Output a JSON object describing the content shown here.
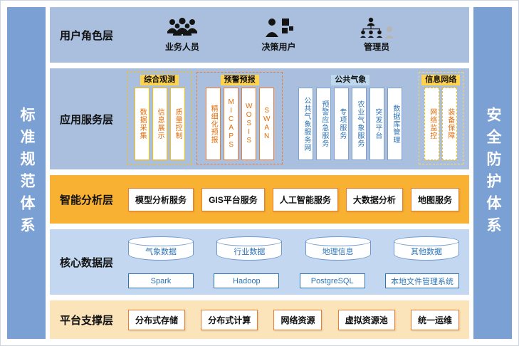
{
  "frame": {
    "left_sidebar": "标准规范体系",
    "right_sidebar": "安全防护体系"
  },
  "user_role_layer": {
    "title": "用户角色层",
    "roles": [
      {
        "label": "业务人员",
        "icon": "business-staff-icon"
      },
      {
        "label": "决策用户",
        "icon": "decision-user-icon"
      },
      {
        "label": "管理员",
        "icon": "administrator-icon"
      }
    ]
  },
  "application_layer": {
    "title": "应用服务层",
    "groups": [
      {
        "name": "综合观测",
        "items": [
          "数据采集",
          "信息展示",
          "质量控制"
        ]
      },
      {
        "name": "预警预报",
        "items": [
          "精细化预报",
          "MICAPS",
          "WOSIS",
          "SWAN"
        ]
      },
      {
        "name": "公共气象",
        "items": [
          "公共气象服务网",
          "预警应急服务",
          "专项服务",
          "农业气象服务",
          "突发平台",
          "数据库管理"
        ]
      },
      {
        "name": "信息网络",
        "items": [
          "网络监控",
          "装备保障"
        ]
      }
    ]
  },
  "analysis_layer": {
    "title": "智能分析层",
    "items": [
      "模型分析服务",
      "GIS平台服务",
      "人工智能服务",
      "大数据分析",
      "地图服务"
    ]
  },
  "data_layer": {
    "title": "核心数据层",
    "databases": [
      "气象数据",
      "行业数据",
      "地理信息",
      "其他数据"
    ],
    "systems": [
      "Spark",
      "Hadoop",
      "PostgreSQL",
      "本地文件管理系统"
    ]
  },
  "platform_layer": {
    "title": "平台支撑层",
    "items": [
      "分布式存储",
      "分布式计算",
      "网络资源",
      "虚拟资源池",
      "统一运维"
    ]
  },
  "colors": {
    "sidebar_blue": "#7AA0D4",
    "layer_blue": "#A9BFDD",
    "analysis_gold": "#F8B133",
    "data_light_blue": "#C3D8F0",
    "platform_cream": "#FBE4BA",
    "orange_accent": "#ED7D31",
    "gold_accent": "#FFC000",
    "blue_accent": "#2E74B5",
    "header_gold": "#FFD34D",
    "header_blue": "#BDD7EE"
  }
}
